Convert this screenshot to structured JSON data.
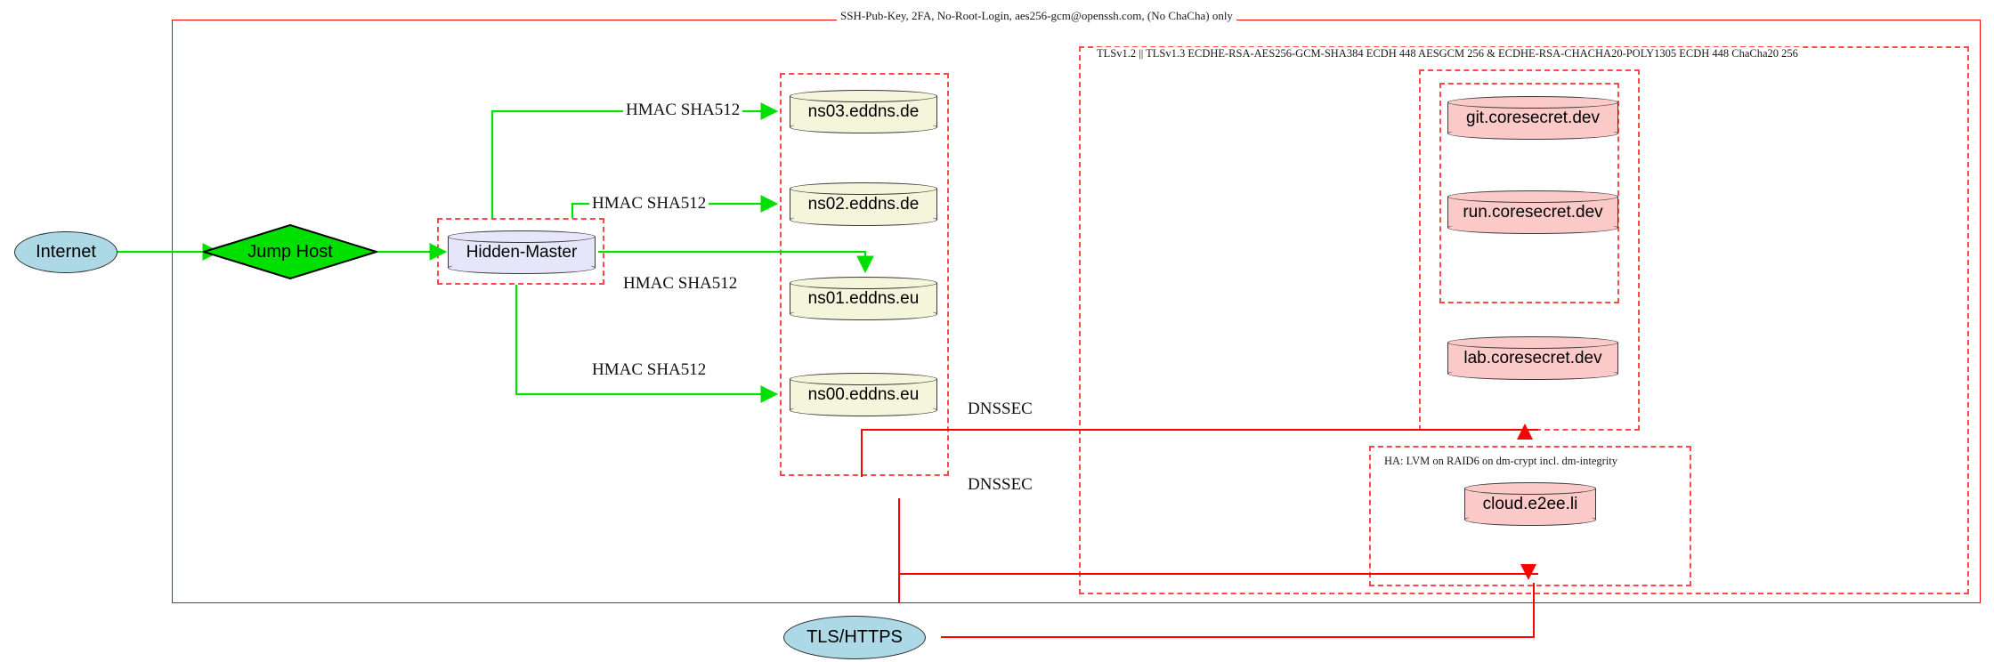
{
  "diagram": {
    "title_label": "SSH-Pub-Key, 2FA, No-Root-Login, aes256-gcm@openssh.com, (No ChaCha) only",
    "tls_label": "TLSv1.2 || TLSv1.3 ECDHE-RSA-AES256-GCM-SHA384 ECDH 448 AESGCM 256 & ECDHE-RSA-CHACHA20-POLY1305 ECDH 448 ChaCha20 256",
    "ha_label": "HA: LVM on RAID6 on dm-crypt incl. dm-integrity"
  },
  "nodes": {
    "internet": {
      "label": "Internet",
      "shape": "ellipse",
      "fill": "#add8e6"
    },
    "jump_host": {
      "label": "Jump Host",
      "shape": "diamond",
      "fill": "#00e000"
    },
    "hidden_master": {
      "label": "Hidden-Master",
      "shape": "cylinder",
      "fill": "#e6e6fa"
    },
    "nameservers": [
      {
        "label": "ns03.eddns.de",
        "shape": "cylinder",
        "fill": "#f5f5dc"
      },
      {
        "label": "ns02.eddns.de",
        "shape": "cylinder",
        "fill": "#f5f5dc"
      },
      {
        "label": "ns01.eddns.eu",
        "shape": "cylinder",
        "fill": "#f5f5dc"
      },
      {
        "label": "ns00.eddns.eu",
        "shape": "cylinder",
        "fill": "#f5f5dc"
      }
    ],
    "services": [
      {
        "label": "git.coresecret.dev",
        "shape": "cylinder",
        "fill": "#fcc9c9"
      },
      {
        "label": "run.coresecret.dev",
        "shape": "cylinder",
        "fill": "#fcc9c9"
      },
      {
        "label": "lab.coresecret.dev",
        "shape": "cylinder",
        "fill": "#fcc9c9"
      }
    ],
    "cloud": {
      "label": "cloud.e2ee.li",
      "shape": "cylinder",
      "fill": "#fcc9c9"
    },
    "tls_https": {
      "label": "TLS/HTTPS",
      "shape": "ellipse",
      "fill": "#add8e6"
    }
  },
  "edges": {
    "hmac_labels": [
      "HMAC SHA512",
      "HMAC SHA512",
      "HMAC SHA512",
      "HMAC SHA512"
    ],
    "dnssec_labels": [
      "DNSSEC",
      "DNSSEC"
    ]
  },
  "colors": {
    "edge_green": "#00e000",
    "edge_red": "#ff0000",
    "cluster_dashed": "#fb4a4a",
    "node_stroke": "#3a3a3a"
  }
}
